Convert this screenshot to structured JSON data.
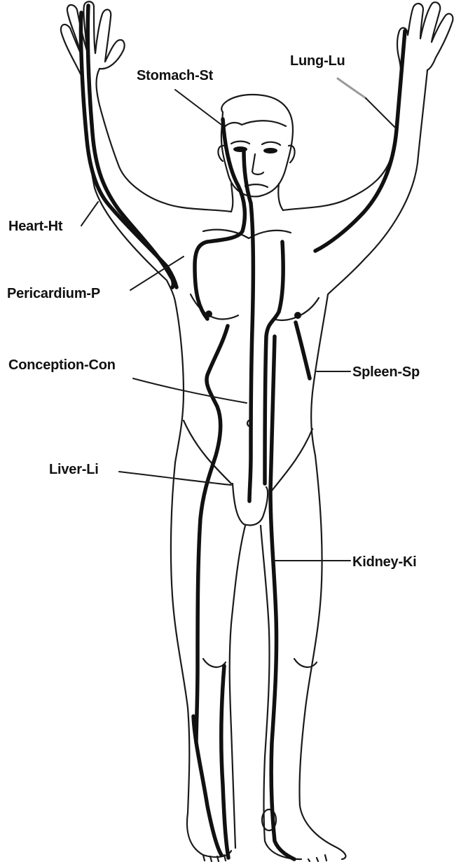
{
  "labels": {
    "stomach": "Stomach-St",
    "lung": "Lung-Lu",
    "heart": "Heart-Ht",
    "pericardium": "Pericardium-P",
    "conception": "Conception-Con",
    "spleen": "Spleen-Sp",
    "liver": "Liver-Li",
    "kidney": "Kidney-Ki"
  },
  "colors": {
    "line": "#111111",
    "background": "#ffffff"
  }
}
